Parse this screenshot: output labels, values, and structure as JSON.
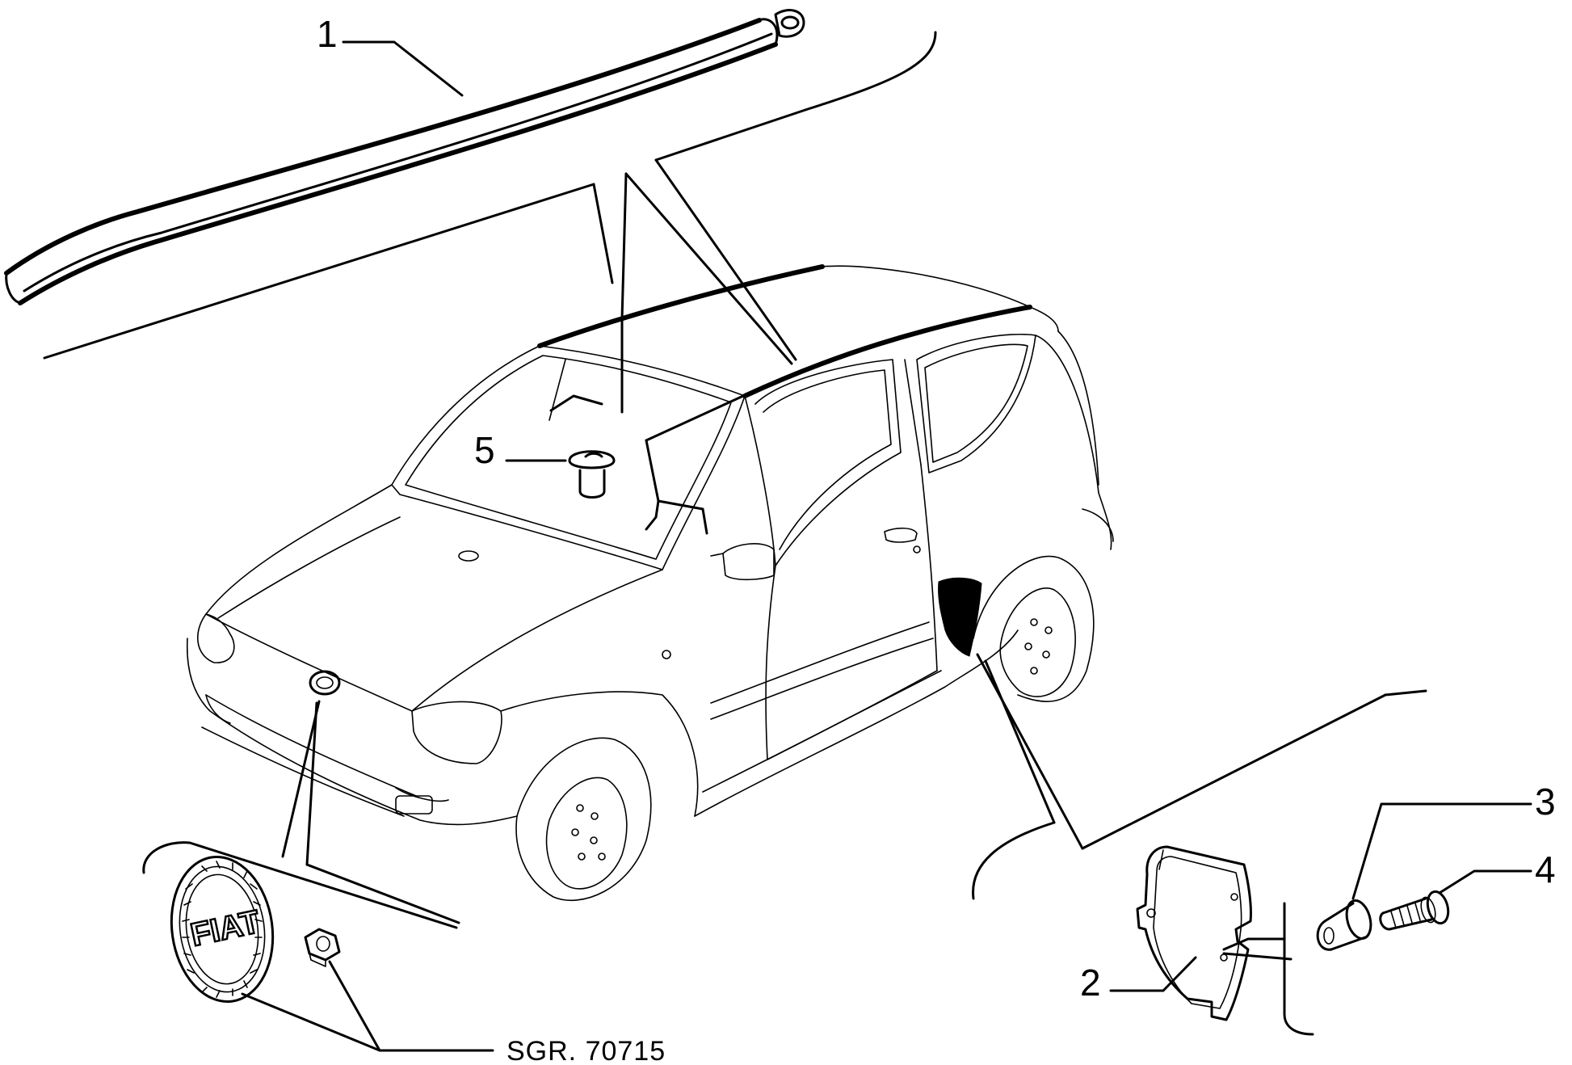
{
  "callouts": [
    {
      "number": "1",
      "part": "roof-molding"
    },
    {
      "number": "2",
      "part": "rear-wheel-arch-guard"
    },
    {
      "number": "3",
      "part": "expansion-nut"
    },
    {
      "number": "4",
      "part": "screw"
    },
    {
      "number": "5",
      "part": "plug"
    }
  ],
  "badge": {
    "logo_text": "FIAT"
  },
  "drawing_code": "SGR. 70715"
}
